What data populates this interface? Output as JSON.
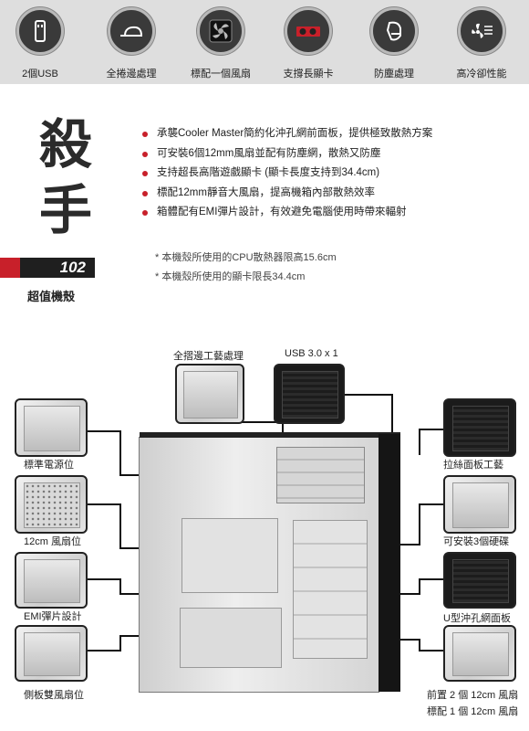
{
  "features": [
    {
      "label": "2個USB",
      "icon": "usb-icon"
    },
    {
      "label": "全捲邊處理",
      "icon": "rolled-edge-icon"
    },
    {
      "label": "標配一個風扇",
      "icon": "fan-icon"
    },
    {
      "label": "支撐長顯卡",
      "icon": "graphics-card-icon"
    },
    {
      "label": "防塵處理",
      "icon": "dust-mask-icon"
    },
    {
      "label": "高冷卻性能",
      "icon": "cooling-icon"
    }
  ],
  "title": {
    "line1": "殺",
    "line2": "手",
    "model": "102",
    "subtitle": "超值機殼"
  },
  "bullets": [
    "承襲Cooler Master簡約化沖孔網前面板，提供極致散熱方案",
    "可安裝6個12mm風扇並配有防塵網，散熱又防塵",
    "支持超長高階遊戲顯卡 (顯卡長度支持到34.4cm)",
    "標配12mm靜音大風扇，提高機箱內部散熱效率",
    "箱體配有EMI彈片設計，有效避免電腦使用時帶來輻射"
  ],
  "notes": [
    "* 本機殼所使用的CPU散熱器限高15.6cm",
    "* 本機殼所使用的顯卡限長34.4cm"
  ],
  "callouts": {
    "top_left": "全摺邊工藝處理",
    "top_right": "USB 3.0 x 1",
    "left": [
      "標準電源位",
      "12cm 風扇位",
      "EMI彈片設計",
      "側板雙風扇位"
    ],
    "right": [
      "拉絲面板工藝",
      "可安裝3個硬碟",
      "U型沖孔網面板"
    ],
    "right_bottom": [
      "前置 2 個 12cm 風扇",
      "標配 1 個 12cm 風扇"
    ]
  },
  "colors": {
    "accent": "#c8202a",
    "dark": "#1f1f1f",
    "band": "#dedede"
  }
}
